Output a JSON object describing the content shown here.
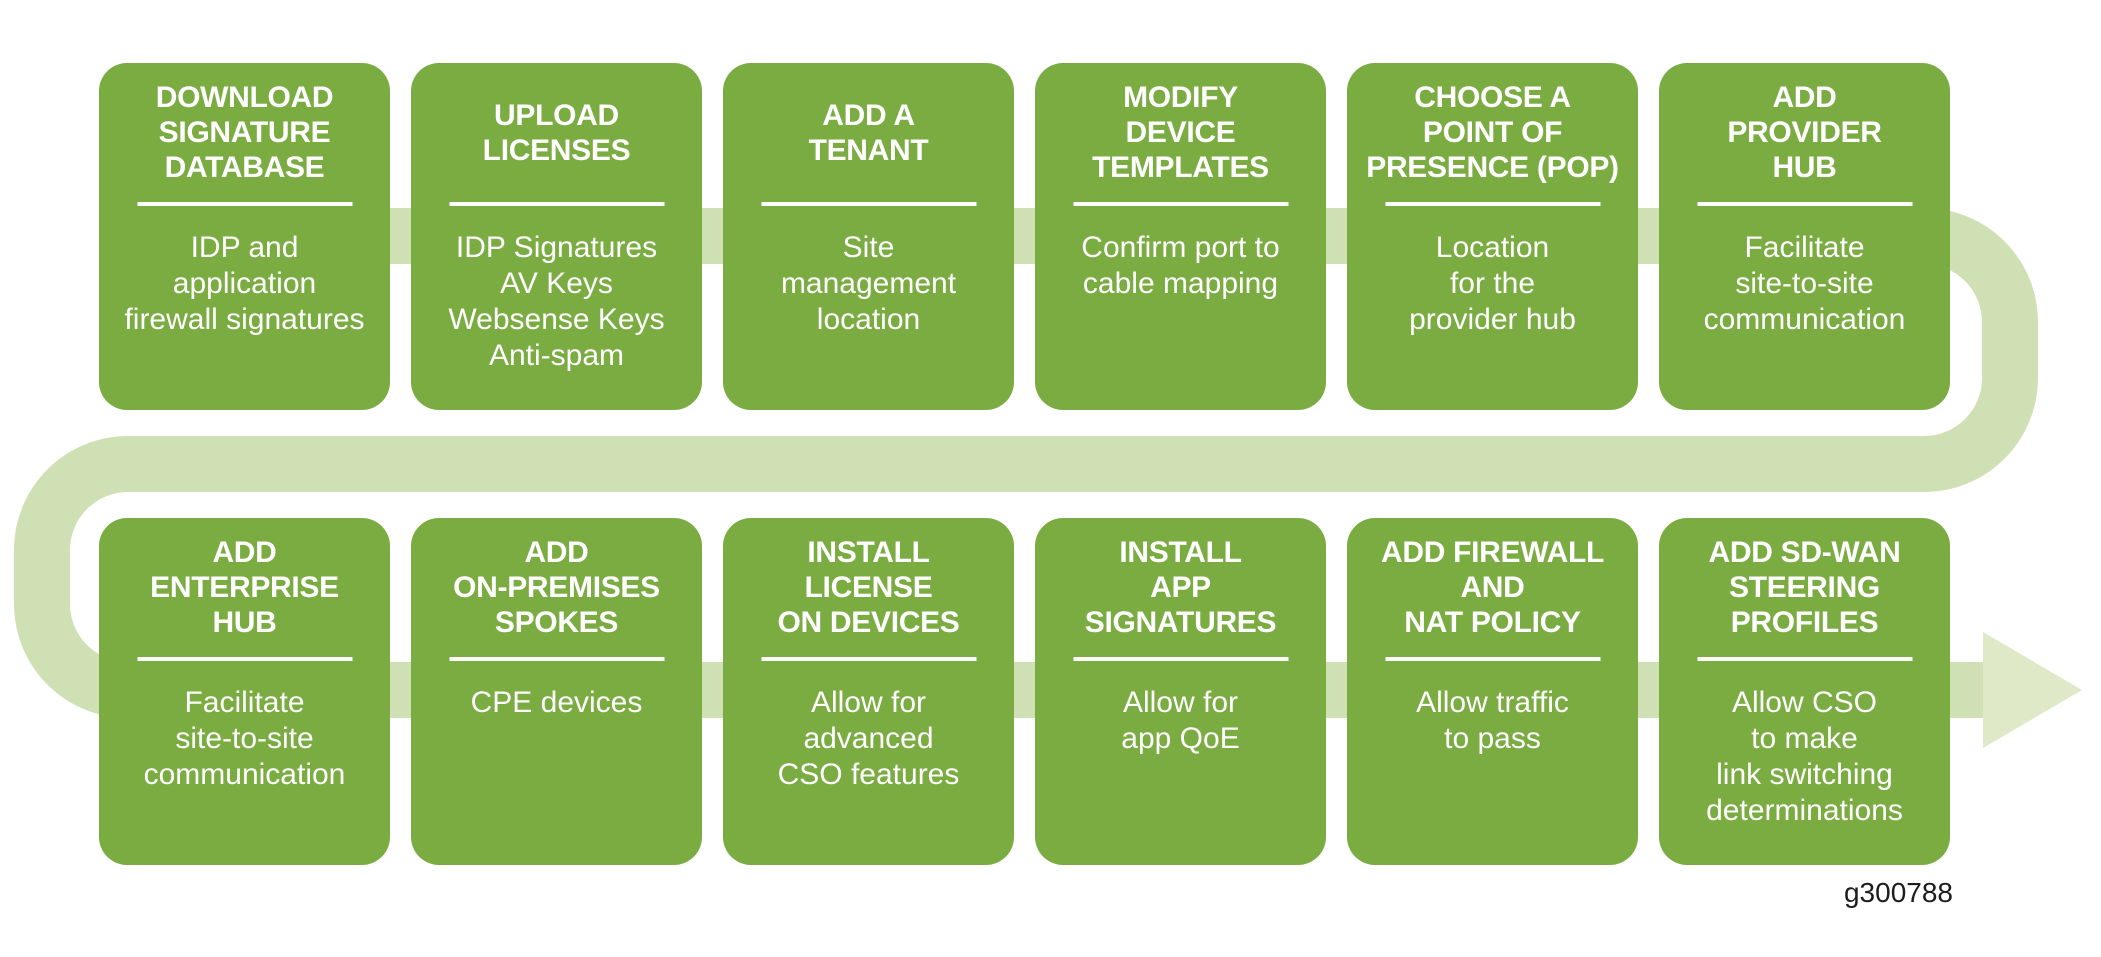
{
  "diagram": {
    "figure_label": "g300788",
    "colors": {
      "box_green": "#7aac41",
      "path_green": "#d0e0b5",
      "arrow_green": "#dfe9c8",
      "text_white": "#ffffff",
      "label_black": "#1c1c1c",
      "background": "#ffffff"
    },
    "rows": [
      {
        "steps": [
          {
            "title": "DOWNLOAD\nSIGNATURE\nDATABASE",
            "body": "IDP and\napplication\nfirewall signatures"
          },
          {
            "title": "UPLOAD\nLICENSES",
            "body": "IDP Signatures\nAV Keys\nWebsense Keys\nAnti-spam"
          },
          {
            "title": "ADD A\nTENANT",
            "body": "Site\nmanagement\nlocation"
          },
          {
            "title": "MODIFY\nDEVICE\nTEMPLATES",
            "body": "Confirm port to\ncable mapping"
          },
          {
            "title": "CHOOSE A\nPOINT OF\nPRESENCE (POP)",
            "body": "Location\nfor the\nprovider hub"
          },
          {
            "title": "ADD\nPROVIDER\nHUB",
            "body": "Facilitate\nsite-to-site\ncommunication"
          }
        ]
      },
      {
        "steps": [
          {
            "title": "ADD\nENTERPRISE\nHUB",
            "body": "Facilitate\nsite-to-site\ncommunication"
          },
          {
            "title": "ADD\nON-PREMISES\nSPOKES",
            "body": "CPE devices"
          },
          {
            "title": "INSTALL\nLICENSE\nON DEVICES",
            "body": "Allow for\nadvanced\nCSO features"
          },
          {
            "title": "INSTALL\nAPP\nSIGNATURES",
            "body": "Allow for\napp QoE"
          },
          {
            "title": "ADD FIREWALL\nAND\nNAT POLICY",
            "body": "Allow traffic\nto pass"
          },
          {
            "title": "ADD SD-WAN\nSTEERING\nPROFILES",
            "body": "Allow CSO\nto make\nlink switching\ndeterminations"
          }
        ]
      }
    ]
  }
}
